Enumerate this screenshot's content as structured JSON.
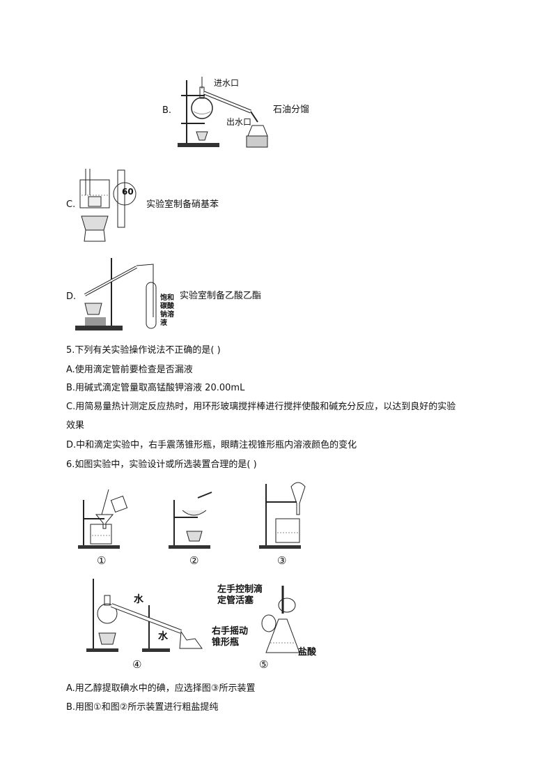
{
  "optB": {
    "letter": "B.",
    "caption": "石油分馏",
    "inlet": "进水口",
    "outlet": "出水口"
  },
  "optC": {
    "letter": "C.",
    "caption": "实验室制备硝基苯",
    "thermo": "60"
  },
  "optD": {
    "letter": "D.",
    "caption": "实验室制备乙酸乙酯",
    "tube_label": [
      "饱和",
      "碳酸",
      "钠溶",
      "液"
    ]
  },
  "q5": {
    "stem": "5.下列有关实验操作说法不正确的是(    )",
    "A": "A.使用滴定管前要检查是否漏液",
    "B": "B.用碱式滴定管量取高锰酸钾溶液 20.00mL",
    "C1": "C.用简易量热计测定反应热时，用环形玻璃搅拌棒进行搅拌使酸和碱充分反应，以达到良好的实验",
    "C2": "效果",
    "D": "D.中和滴定实验中，右手震荡锥形瓶，眼睛注视锥形瓶内溶液颜色的变化"
  },
  "q6": {
    "stem": "6.如图实验中，实验设计或所选装置合理的是(    )",
    "fig_labels": [
      "①",
      "②",
      "③",
      "④",
      "⑤"
    ],
    "fig4_water_top": "水",
    "fig4_water_bottom": "水",
    "fig5_left_hand": [
      "左手控制滴",
      "定管活塞"
    ],
    "fig5_right_hand": [
      "右手摇动",
      "锥形瓶"
    ],
    "fig5_acid": "盐酸",
    "A": "A.用乙醇提取碘水中的碘，应选择图③所示装置",
    "B": "B.用图①和图②所示装置进行粗盐提纯"
  }
}
